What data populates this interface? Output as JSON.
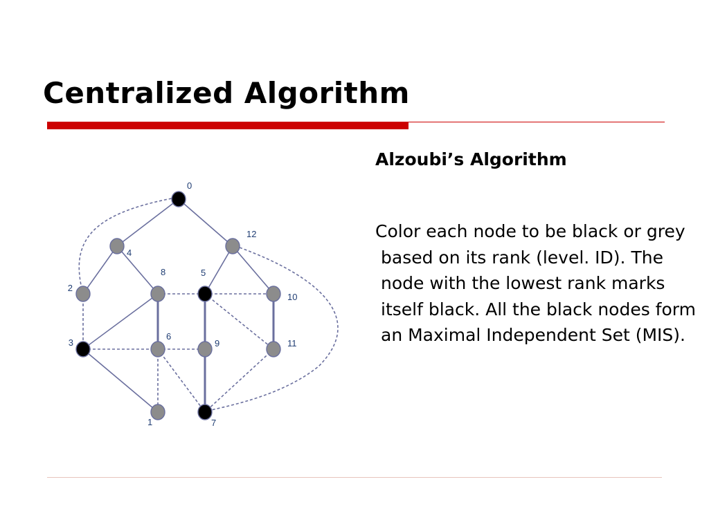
{
  "slide": {
    "title": "Centralized Algorithm",
    "subheading": "Alzoubi’s Algorithm",
    "body": "Color each node to be black or grey based on its rank (level. ID). The node with the lowest rank marks itself black. All the black nodes form an Maximal Independent Set (MIS)."
  },
  "colors": {
    "accent": "#cc0000",
    "rule": "#e8c4bc",
    "edge": "#6a6f9e",
    "node_black": "#000000",
    "node_grey": "#8c8c8c",
    "label": "#1f3d73"
  },
  "graph": {
    "nodes": [
      {
        "id": "0",
        "color": "black"
      },
      {
        "id": "4",
        "color": "grey"
      },
      {
        "id": "12",
        "color": "grey"
      },
      {
        "id": "2",
        "color": "grey"
      },
      {
        "id": "8",
        "color": "grey"
      },
      {
        "id": "5",
        "color": "black"
      },
      {
        "id": "10",
        "color": "grey"
      },
      {
        "id": "3",
        "color": "black"
      },
      {
        "id": "6",
        "color": "grey"
      },
      {
        "id": "9",
        "color": "grey"
      },
      {
        "id": "11",
        "color": "grey"
      },
      {
        "id": "1",
        "color": "grey"
      },
      {
        "id": "7",
        "color": "black"
      }
    ],
    "edges": [
      {
        "from": "0",
        "to": "4",
        "style": "solid"
      },
      {
        "from": "0",
        "to": "12",
        "style": "solid"
      },
      {
        "from": "4",
        "to": "2",
        "style": "solid"
      },
      {
        "from": "4",
        "to": "8",
        "style": "solid"
      },
      {
        "from": "12",
        "to": "5",
        "style": "solid"
      },
      {
        "from": "12",
        "to": "10",
        "style": "solid"
      },
      {
        "from": "2",
        "to": "3",
        "style": "dashed"
      },
      {
        "from": "8",
        "to": "5",
        "style": "dashed"
      },
      {
        "from": "5",
        "to": "10",
        "style": "dashed"
      },
      {
        "from": "8",
        "to": "3",
        "style": "solid"
      },
      {
        "from": "8",
        "to": "6",
        "style": "solid-thick"
      },
      {
        "from": "5",
        "to": "9",
        "style": "solid-thick"
      },
      {
        "from": "5",
        "to": "11",
        "style": "dashed"
      },
      {
        "from": "10",
        "to": "11",
        "style": "solid-thick"
      },
      {
        "from": "3",
        "to": "6",
        "style": "dashed"
      },
      {
        "from": "6",
        "to": "9",
        "style": "dashed"
      },
      {
        "from": "3",
        "to": "1",
        "style": "solid"
      },
      {
        "from": "6",
        "to": "1",
        "style": "dashed"
      },
      {
        "from": "6",
        "to": "7",
        "style": "dashed"
      },
      {
        "from": "9",
        "to": "7",
        "style": "solid-thick"
      },
      {
        "from": "11",
        "to": "7",
        "style": "dashed"
      },
      {
        "from": "2",
        "to": "0",
        "style": "dashed-curve"
      },
      {
        "from": "12",
        "to": "7",
        "style": "dashed-curve"
      }
    ]
  }
}
